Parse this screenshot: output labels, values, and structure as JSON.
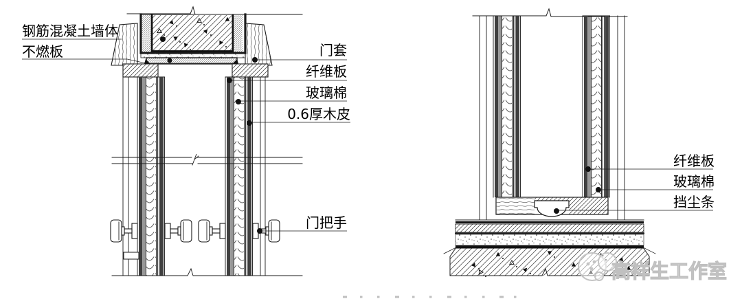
{
  "drawing": {
    "left_section": {
      "labels": {
        "wall": "钢筋混凝土墙体",
        "fireproof_board": "不燃板",
        "door_casing": "门套",
        "fiberboard": "纤维板",
        "glass_wool": "玻璃棉",
        "wood_veneer": "0.6厚木皮",
        "door_handle": "门把手"
      }
    },
    "right_section": {
      "labels": {
        "fiberboard": "纤维板",
        "glass_wool": "玻璃棉",
        "dust_strip": "挡尘条"
      }
    }
  },
  "watermark": {
    "text": "高祥生工作室",
    "logo_icon": "studio-flower-logo"
  },
  "colors": {
    "line": "#1a1a1a",
    "label_text": "#000000",
    "panel_core_strip": "#404040",
    "watermark_gray": "#c0c0c0",
    "background": "#ffffff"
  }
}
